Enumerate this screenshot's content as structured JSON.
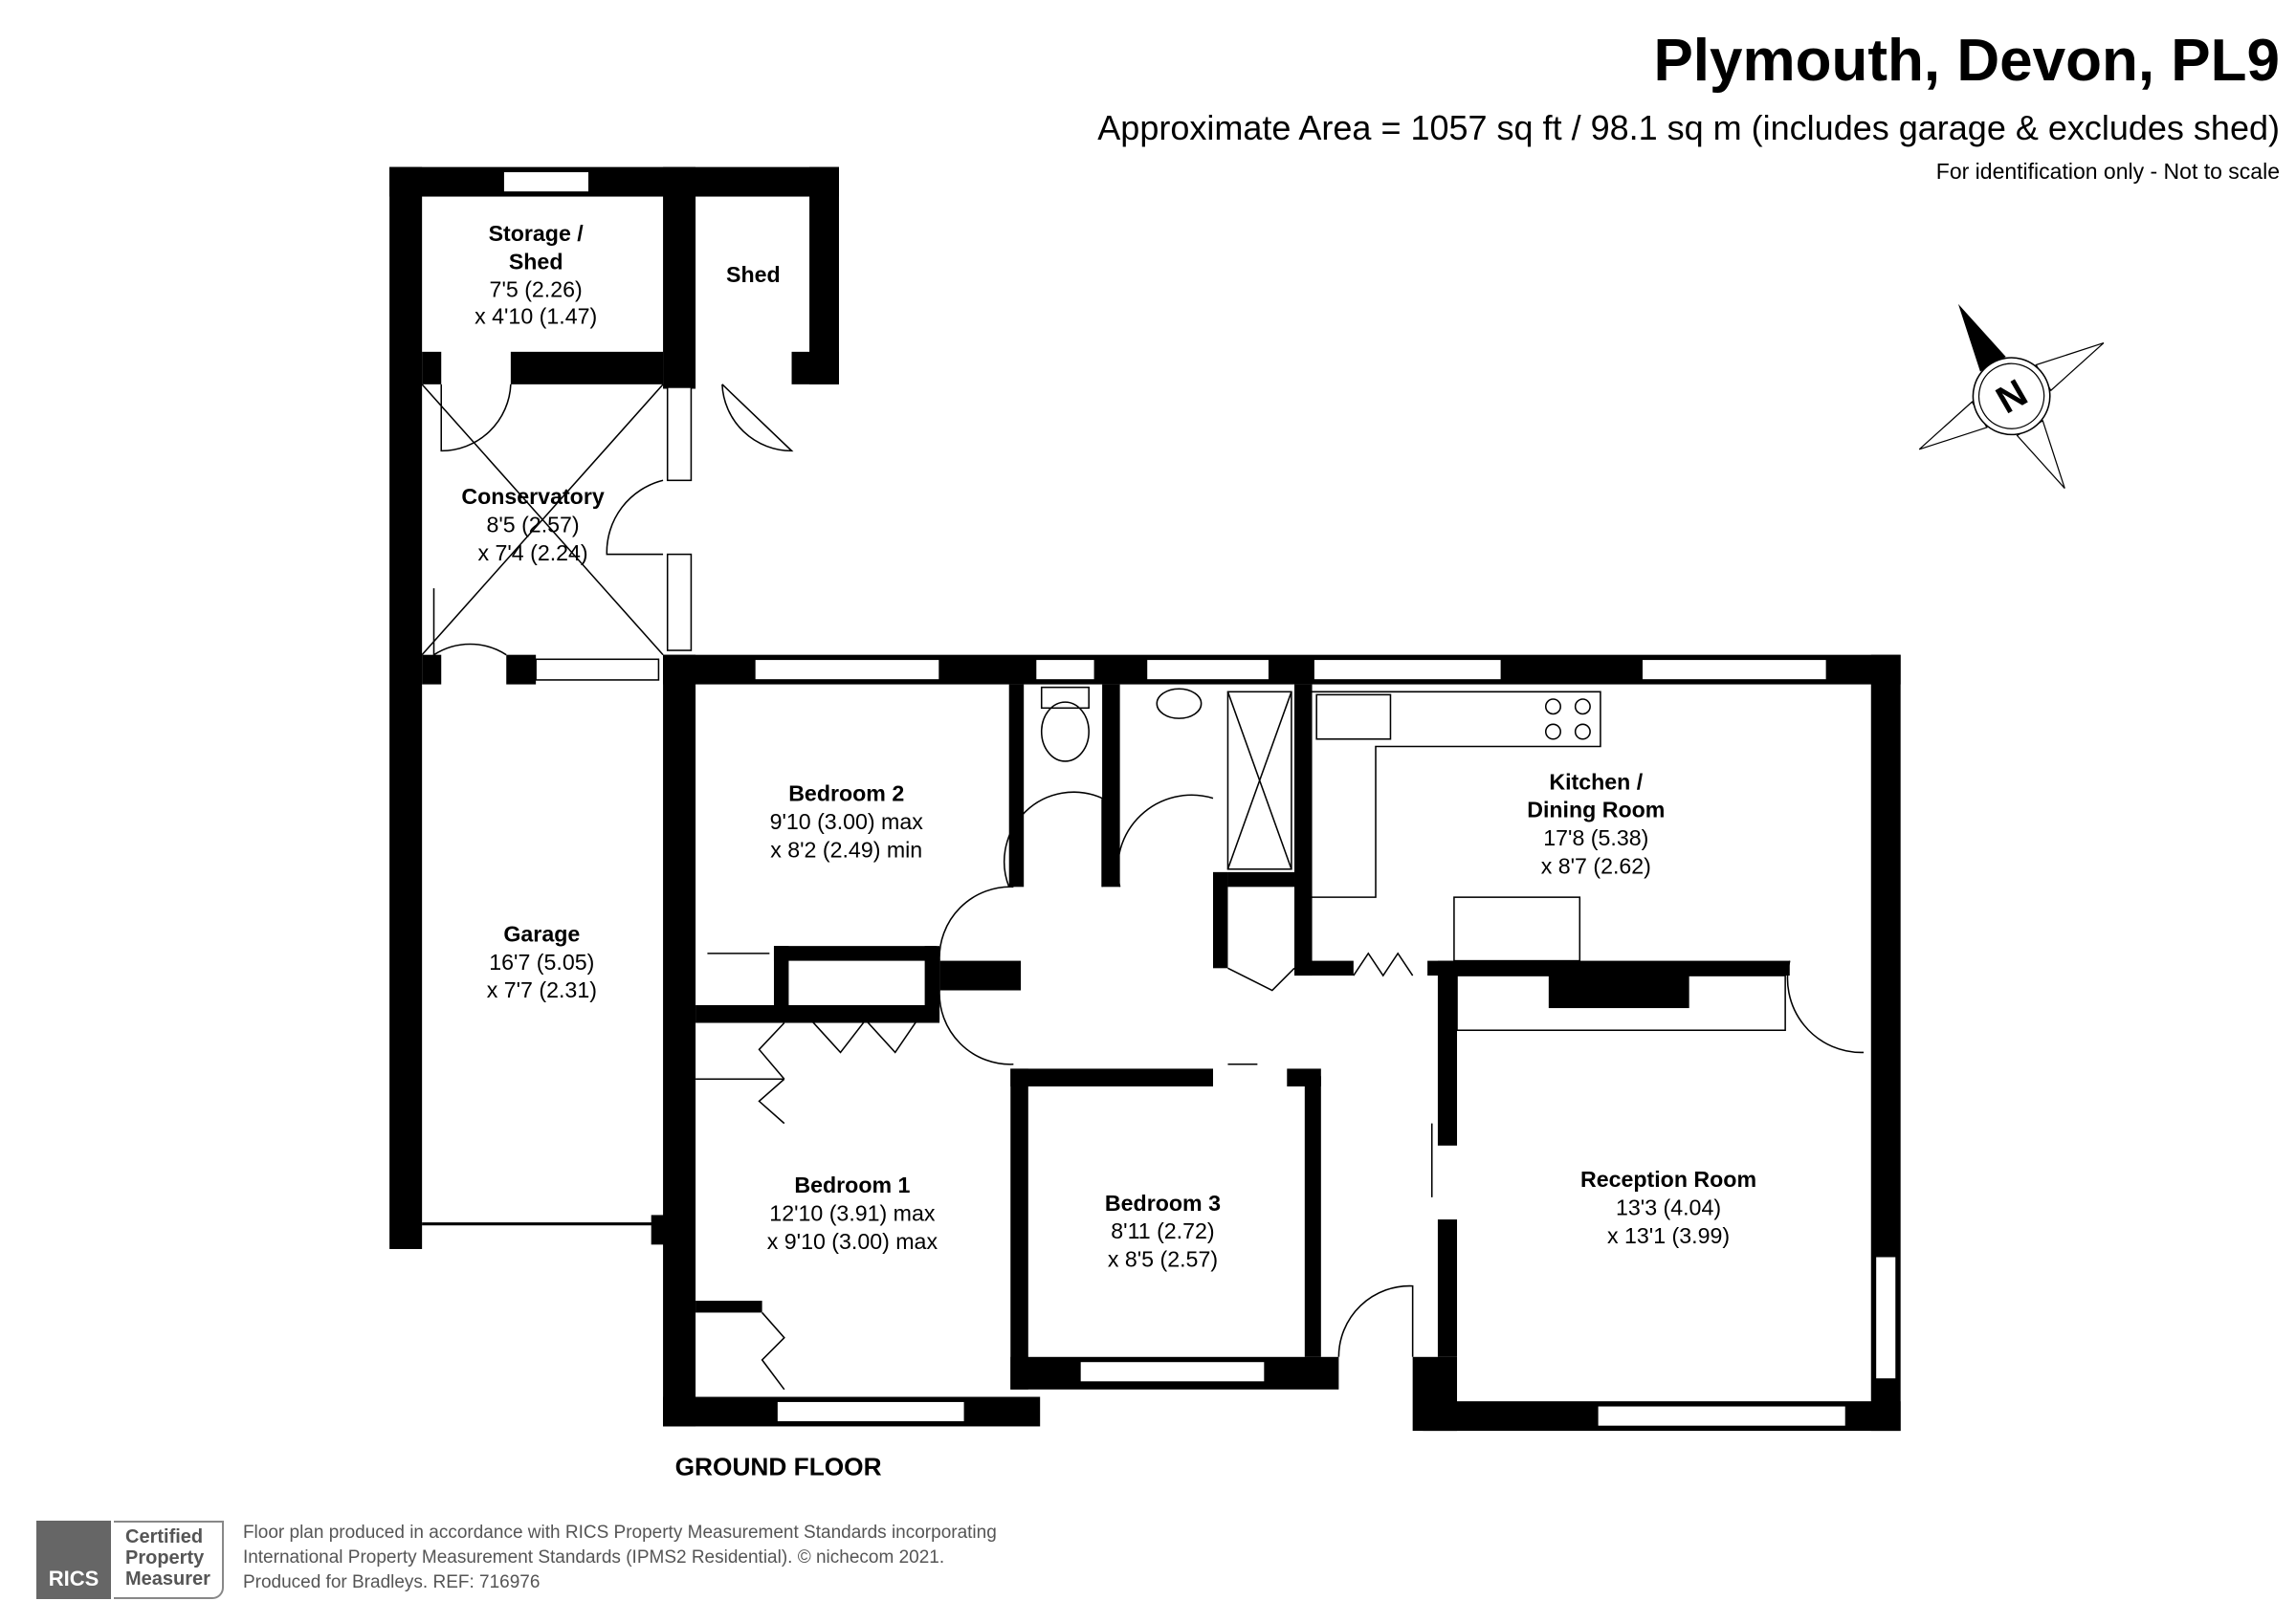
{
  "header": {
    "title": "Plymouth, Devon, PL9",
    "area": "Approximate Area = 1057 sq ft / 98.1 sq m (includes garage & excludes shed)",
    "note": "For identification only - Not to scale"
  },
  "compass": {
    "label": "N"
  },
  "floor_label": "GROUND FLOOR",
  "rooms": [
    {
      "name": "Storage /",
      "name2": "Shed",
      "dim1": "7'5 (2.26)",
      "dim2": "x 4'10 (1.47)"
    },
    {
      "name": "Shed"
    },
    {
      "name": "Conservatory",
      "dim1": "8'5 (2.57)",
      "dim2": "x 7'4 (2.24)"
    },
    {
      "name": "Garage",
      "dim1": "16'7 (5.05)",
      "dim2": "x 7'7 (2.31)"
    },
    {
      "name": "Bedroom 2",
      "dim1": "9'10 (3.00) max",
      "dim2": "x 8'2 (2.49) min"
    },
    {
      "name": "Bedroom 1",
      "dim1": "12'10 (3.91) max",
      "dim2": "x 9'10 (3.00) max"
    },
    {
      "name": "Bedroom 3",
      "dim1": "8'11 (2.72)",
      "dim2": "x 8'5 (2.57)"
    },
    {
      "name": "Kitchen /",
      "name2": "Dining Room",
      "dim1": "17'8 (5.38)",
      "dim2": "x 8'7 (2.62)"
    },
    {
      "name": "Reception Room",
      "dim1": "13'3 (4.04)",
      "dim2": "x 13'1 (3.99)"
    }
  ],
  "footer": {
    "logo": "RICS",
    "badge": [
      "Certified",
      "Property",
      "Measurer"
    ],
    "lines": [
      "Floor plan produced in accordance with RICS Property Measurement Standards incorporating",
      "International Property Measurement Standards (IPMS2 Residential).   © nichecom 2021.",
      "Produced for Bradleys.   REF: 716976"
    ]
  }
}
